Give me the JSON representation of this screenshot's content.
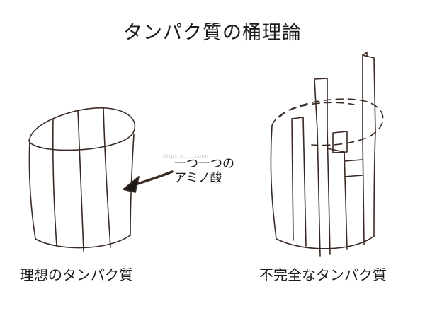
{
  "title": "タンパク質の桶理論",
  "annotation": {
    "line1": "一つ一つの",
    "line2": "アミノ酸"
  },
  "labels": {
    "ideal": "理想のタンパク質",
    "incomplete": "不完全なタンパク質"
  },
  "watermark": "https://......com/"
}
